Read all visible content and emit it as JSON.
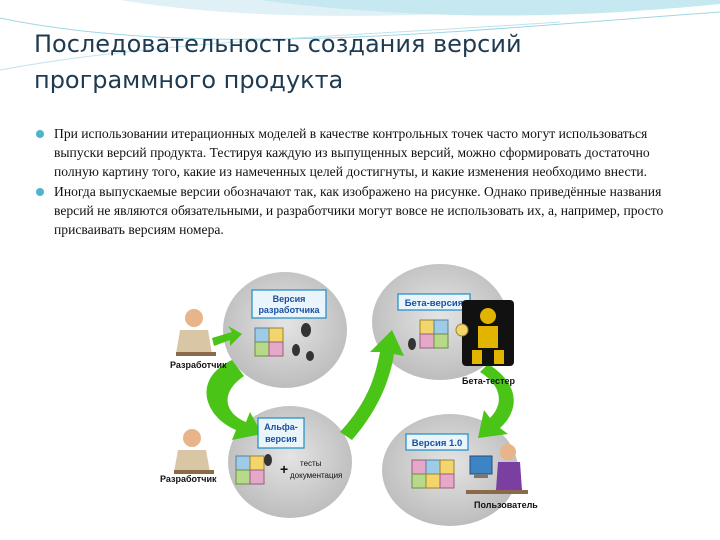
{
  "slide": {
    "title_line1": "Последовательность создания версий",
    "title_line2": "программного продукта",
    "bullets": [
      "При использовании итерационных моделей в качестве контрольных точек часто могут использоваться выпуски версий продукта. Тестируя каждую из выпущенных версий, можно сформировать достаточно полную картину того, какие из намеченных целей достигнуты, и какие изменения необходимо внести.",
      "Иногда выпускаемые версии обозначают так, как изображено на рисунке. Однако приведённые названия версий не являются обязательными, и разработчики могут вовсе не использовать их, а, например, просто присваивать версиям номера."
    ]
  },
  "diagram": {
    "dev_version_line1": "Версия",
    "dev_version_line2": "разработчика",
    "beta_version": "Бета-версия",
    "alpha_version_line1": "Альфа-",
    "alpha_version_line2": "версия",
    "version_10": "Версия 1.0",
    "developer_top": "Разработчик",
    "developer_bottom": "Разработчик",
    "beta_tester": "Бета-тестер",
    "user": "Пользователь",
    "tests_line1": "тесты",
    "tests_line2": "документация",
    "plus_sign": "+"
  },
  "colors": {
    "title": "#1f3b52",
    "bullet_dot": "#4fb3c9",
    "label_box_border": "#1e8cc6",
    "label_text": "#1a4fa0",
    "arrow_green": "#49c417",
    "circle_grey": "#c9c9c9"
  }
}
